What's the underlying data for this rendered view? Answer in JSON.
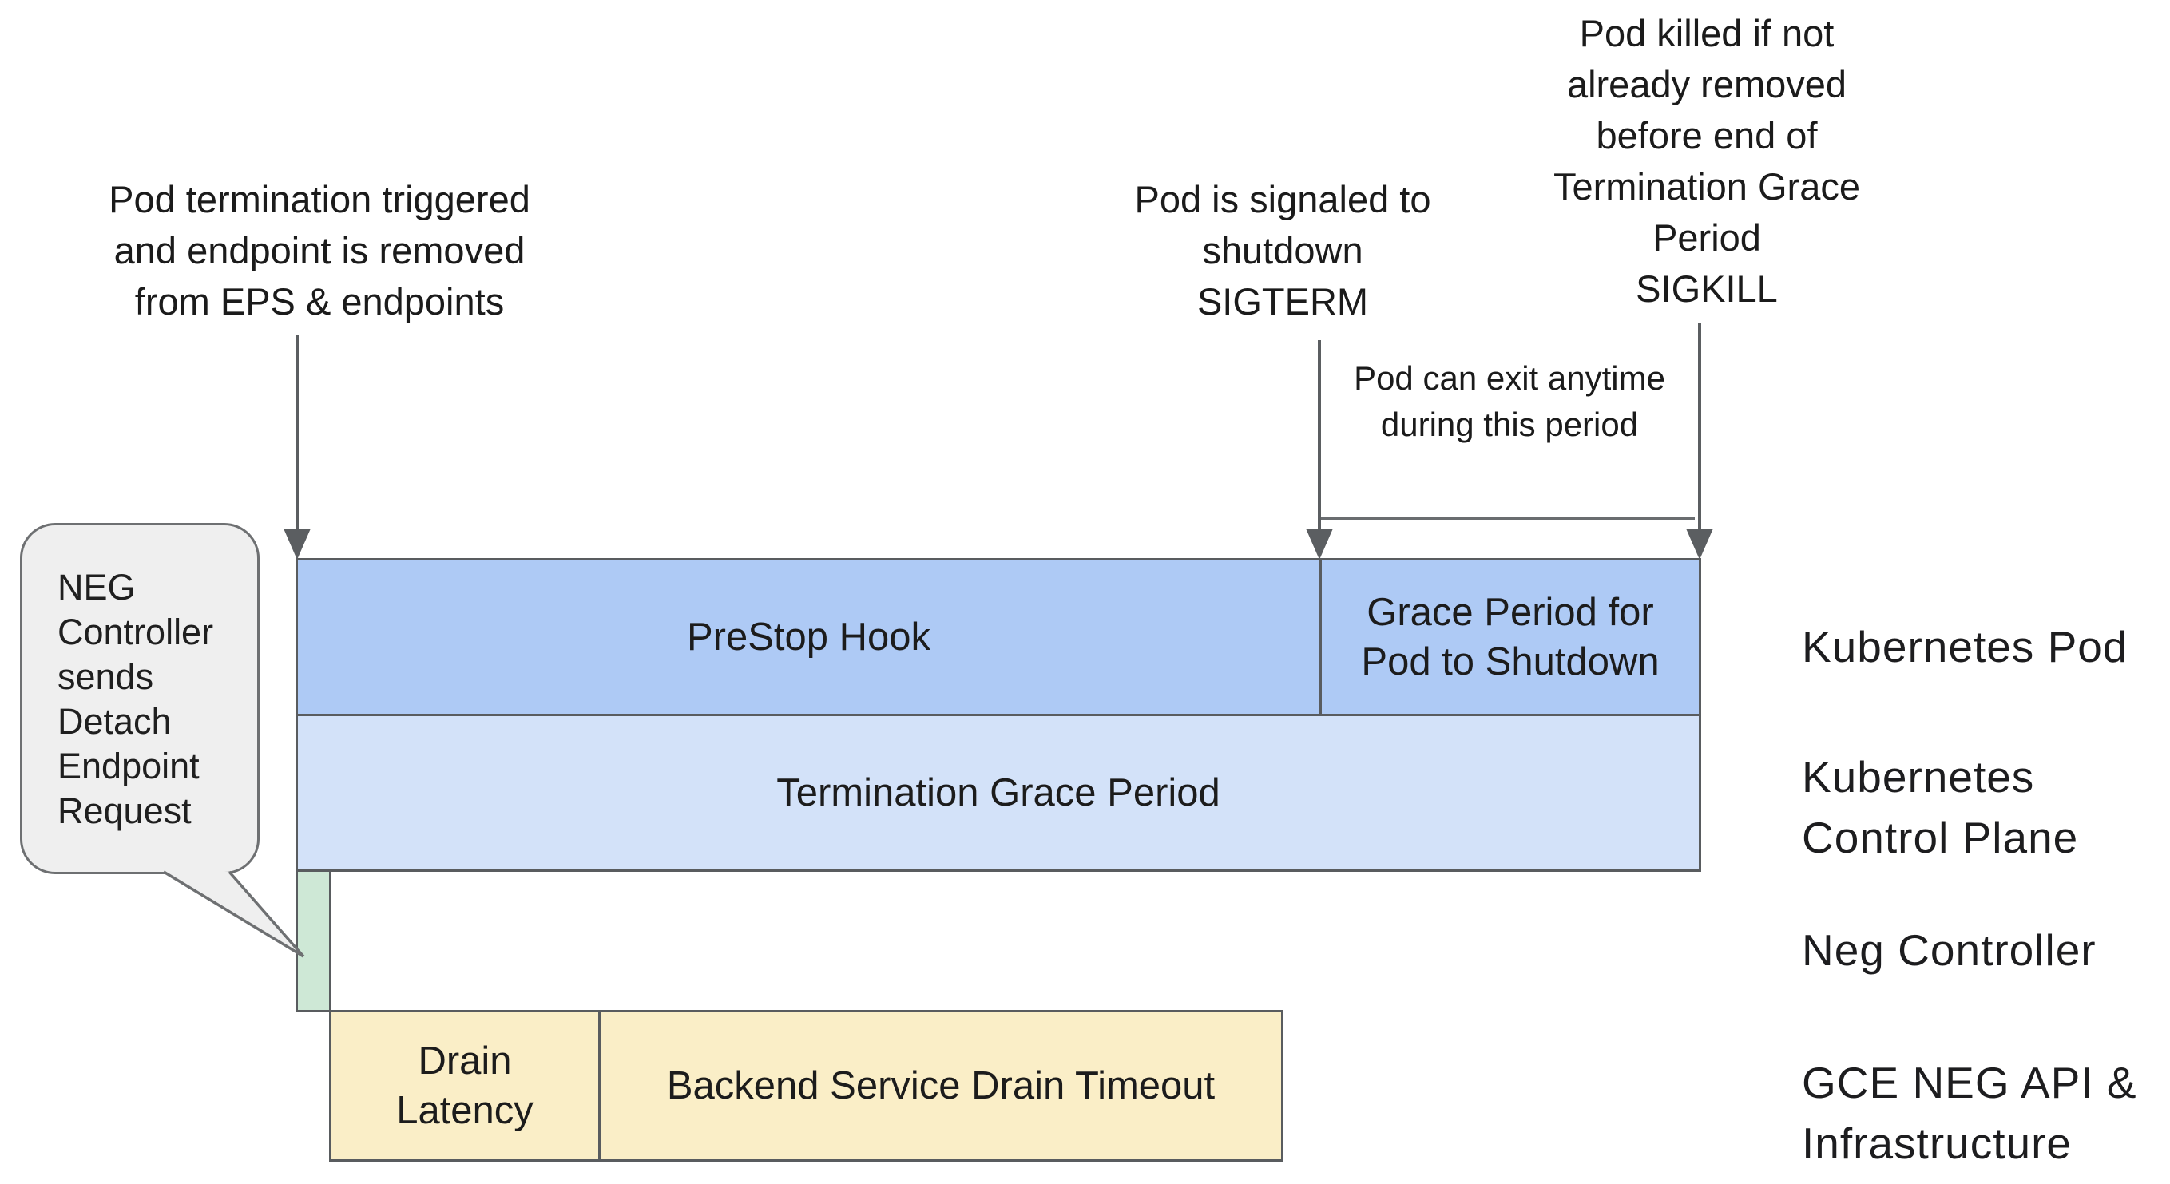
{
  "annotations": {
    "pod_termination": "Pod termination triggered\nand endpoint is removed\nfrom EPS & endpoints",
    "sigterm": "Pod is signaled to\nshutdown\nSIGTERM",
    "sigkill": "Pod killed if not\nalready removed\nbefore end of\nTermination Grace\nPeriod\nSIGKILL",
    "pod_exit_note": "Pod can exit anytime\nduring this period"
  },
  "callout": {
    "text": "NEG\nController\nsends\nDetach\nEndpoint\nRequest"
  },
  "bars": {
    "prestop_hook": {
      "label": "PreStop Hook",
      "color": "#aecaf5"
    },
    "grace_period": {
      "label": "Grace Period for\nPod to Shutdown",
      "color": "#aecaf5"
    },
    "termination_grace_period": {
      "label": "Termination Grace Period",
      "color": "#d3e2f9"
    },
    "neg_detach": {
      "label": "",
      "color": "#cee8d6"
    },
    "drain_latency": {
      "label": "Drain\nLatency",
      "color": "#faeec7"
    },
    "backend_drain_timeout": {
      "label": "Backend Service Drain Timeout",
      "color": "#faeec7"
    }
  },
  "lanes": {
    "kubernetes_pod": "Kubernetes Pod",
    "kubernetes_control_plane": "Kubernetes\nControl Plane",
    "neg_controller": "Neg Controller",
    "gce_neg_api": "GCE NEG API &\nInfrastructure"
  },
  "colors": {
    "bar_border": "#595c5f",
    "arrow": "#5b5e61",
    "callout_bg": "#efefef",
    "callout_border": "#6e7072",
    "text": "#1f1f1f",
    "background": "#ffffff"
  }
}
